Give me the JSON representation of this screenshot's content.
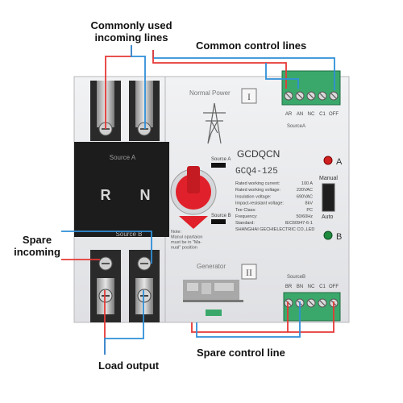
{
  "callouts": {
    "commonly_used_incoming": "Commonly used\nincoming lines",
    "common_control_lines": "Common control lines",
    "spare_incoming": "Spare\nincoming",
    "spare_control_line": "Spare control line",
    "load_output": "Load output"
  },
  "device": {
    "upper_label": "Normal Power",
    "upper_roman": "I",
    "lower_label": "Generator",
    "lower_roman": "II",
    "source_a": "Source A",
    "source_b": "Source B",
    "pole_r": "R",
    "pole_n": "N",
    "brand": "GCDQCN",
    "model": "GCQ4-125",
    "specs": [
      {
        "label": "Rated working current:",
        "value": "100  A"
      },
      {
        "label": "Rated working voltage:",
        "value": "220VAC"
      },
      {
        "label": "Insulation voltage:",
        "value": "690VAC"
      },
      {
        "label": "Impact-resistant voltage:",
        "value": "8kV"
      },
      {
        "label": "Tee Class:",
        "value": "PC"
      },
      {
        "label": "Frequency:",
        "value": "50/60Hz"
      },
      {
        "label": "Standard:",
        "value": "IEC60947-6-1"
      }
    ],
    "manufacturer": "SHANGHAI GECHIELECTRIC CO.,LED",
    "note": "Note:\nManul opartaion\nmust be in \"Ma-\nnual\" position",
    "manual_label": "Manual",
    "auto_label": "Auto",
    "indicator_a": "A",
    "indicator_b": "B",
    "source_a_small": "Source A",
    "source_b_small": "Source B",
    "terminals_a_label": "SourceA",
    "terminals_b_label": "SourceB",
    "terminals_a": [
      "AR",
      "AN",
      "NC",
      "C1",
      "OFF"
    ],
    "terminals_b": [
      "BR",
      "BN",
      "NC",
      "C1",
      "OFF"
    ]
  },
  "colors": {
    "red_wire": "#e53935",
    "blue_wire": "#2f8fd8",
    "device_body": "#e9eaec",
    "black_block": "#1c1c1c",
    "terminal_green": "#3ba86b",
    "knob_red": "#e0202a"
  }
}
